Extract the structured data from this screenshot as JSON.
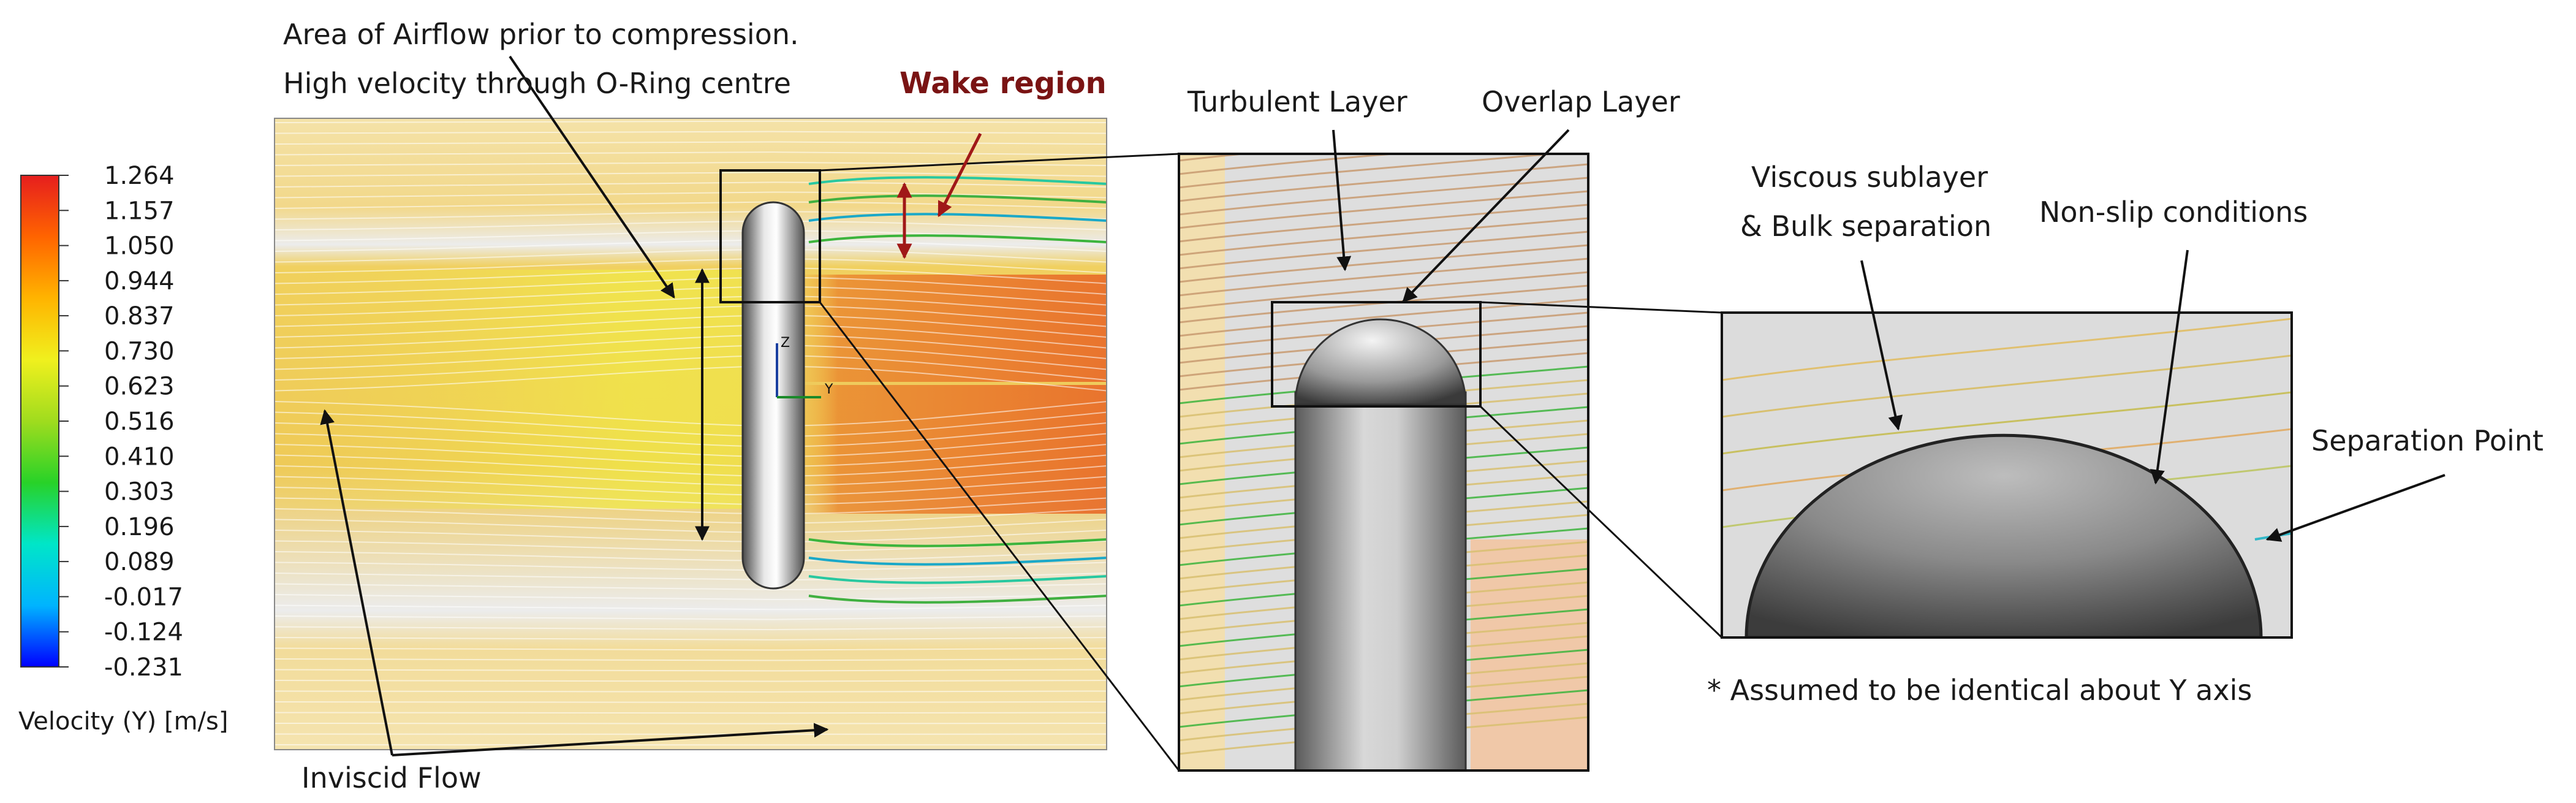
{
  "colorbar": {
    "values": [
      "1.264",
      "1.157",
      "1.050",
      "0.944",
      "0.837",
      "0.730",
      "0.623",
      "0.516",
      "0.410",
      "0.303",
      "0.196",
      "0.089",
      "-0.017",
      "-0.124",
      "-0.231"
    ],
    "label": "Velocity (Y) [m/s]",
    "colors": [
      "#0000ff",
      "#00b4ff",
      "#00e6c8",
      "#28d228",
      "#a0dc1e",
      "#f0f01e",
      "#ffb400",
      "#ff6400",
      "#e61e1e"
    ]
  },
  "annotations": {
    "airflow_line1": "Area of Airflow prior to compression.",
    "airflow_line2": "High velocity through O-Ring centre",
    "wake": "Wake region",
    "inviscid": "Inviscid Flow",
    "turbulent": "Turbulent Layer",
    "overlap": "Overlap Layer",
    "viscous_line1": "Viscous sublayer",
    "viscous_line2": "& Bulk separation",
    "nonslip": "Non-slip conditions",
    "separation": "Separation Point",
    "assumed": "* Assumed to be identical about Y axis"
  },
  "axes_triad": {
    "z": "Z",
    "y": "Y"
  },
  "colors": {
    "accent_wake": "#7a1414",
    "field_high": "#e8641e",
    "field_mid": "#f0d23c",
    "background_gray": "#dcdcdc"
  }
}
